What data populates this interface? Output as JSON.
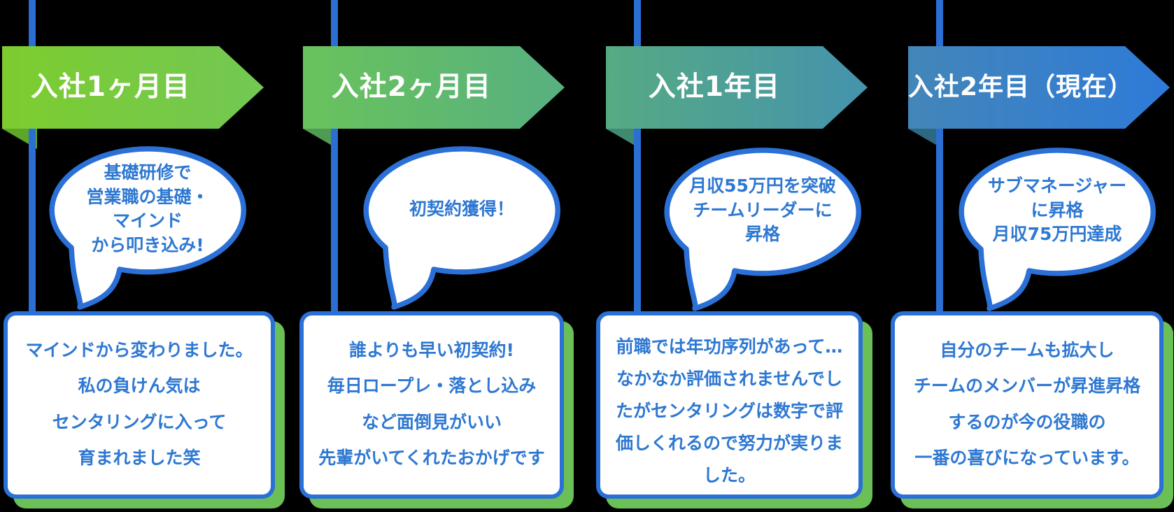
{
  "colors": {
    "line_blue": "#2b6fd3",
    "border_blue": "#2b70d6",
    "text_blue": "#2e78d2",
    "card_shadow_green": "#6abf57",
    "banner_text": "#ffffff"
  },
  "milestones": [
    {
      "label": "入社1ヶ月目",
      "banner_gradient": [
        "#7dcc2f",
        "#72c854"
      ],
      "fold_color": "#5ea62a",
      "bubble_text": "基礎研修で\n営業職の基礎・\nマインド\nから叩き込み!",
      "card_text": "マインドから変わりました。\n私の負けん気は\nセンタリングに入って\n育まれました笑"
    },
    {
      "label": "入社2ヶ月目",
      "banner_gradient": [
        "#69c35c",
        "#57b080"
      ],
      "fold_color": "#4f9a55",
      "bubble_text": "初契約獲得！",
      "card_text": "誰よりも早い初契約!\n毎日ロープレ・落とし込み\nなど面倒見がいい\n先輩がいてくれたおかげです"
    },
    {
      "label": "入社1年目",
      "banner_gradient": [
        "#56aa83",
        "#4493ad"
      ],
      "fold_color": "#3f8a70",
      "bubble_text": "月収55万円を突破\nチームリーダーに\n昇格",
      "card_text": "前職では年功序列があって…\nなかなか評価されませんでし\nたがセンタリングは数字で評\n価しくれるので努力が実りま\nした。"
    },
    {
      "label": "入社2年目（現在）",
      "banner_gradient": [
        "#4386b9",
        "#2e7ad8"
      ],
      "fold_color": "#2d6880",
      "bubble_text": "サブマネージャー\nに昇格\n月収75万円達成",
      "card_text": "自分のチームも拡大し\nチームのメンバーが昇進昇格\nするのが今の役職の\n一番の喜びになっています。"
    }
  ]
}
